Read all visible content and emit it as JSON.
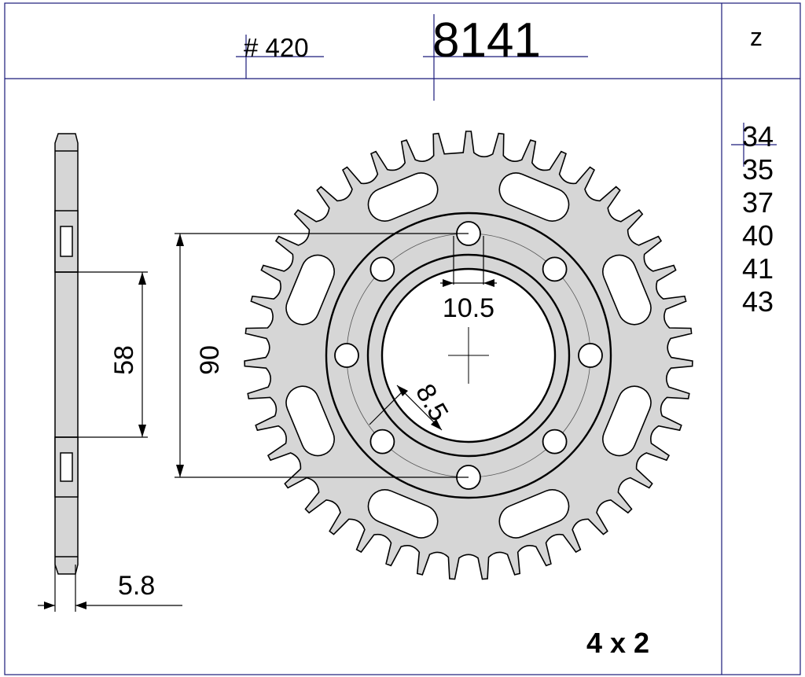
{
  "header": {
    "chain_pitch": "# 420",
    "part_number": "8141",
    "teeth_label": "z"
  },
  "teeth_options": [
    "34",
    "35",
    "37",
    "40",
    "41",
    "43"
  ],
  "dimensions": {
    "bolt_hole_diameter": "10.5",
    "bolt_circle": "90",
    "centre_bore": "58",
    "thickness": "5.8",
    "hole_spacing": "8.5"
  },
  "footer": {
    "bolt_pattern": "4 x 2"
  },
  "colors": {
    "sprocket_fill": "#d6d6d6",
    "frame": "#00007f",
    "stroke": "#000000"
  },
  "sprocket": {
    "teeth_count": 43
  }
}
